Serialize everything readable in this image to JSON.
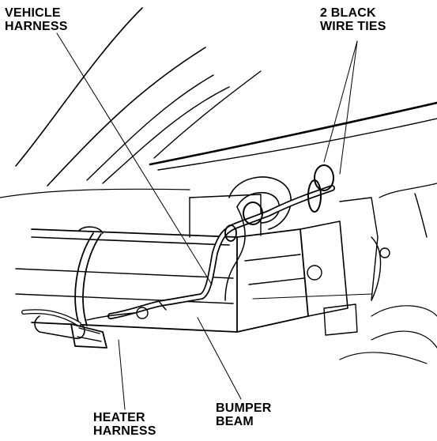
{
  "labels": {
    "vehicle_harness": [
      "VEHICLE",
      "HARNESS"
    ],
    "wire_ties": [
      "2 BLACK",
      "WIRE TIES"
    ],
    "heater_harness": [
      "HEATER",
      "HARNESS"
    ],
    "bumper_beam": [
      "BUMPER",
      "BEAM"
    ]
  },
  "colors": {
    "ink": "#000000",
    "paper": "#ffffff"
  }
}
